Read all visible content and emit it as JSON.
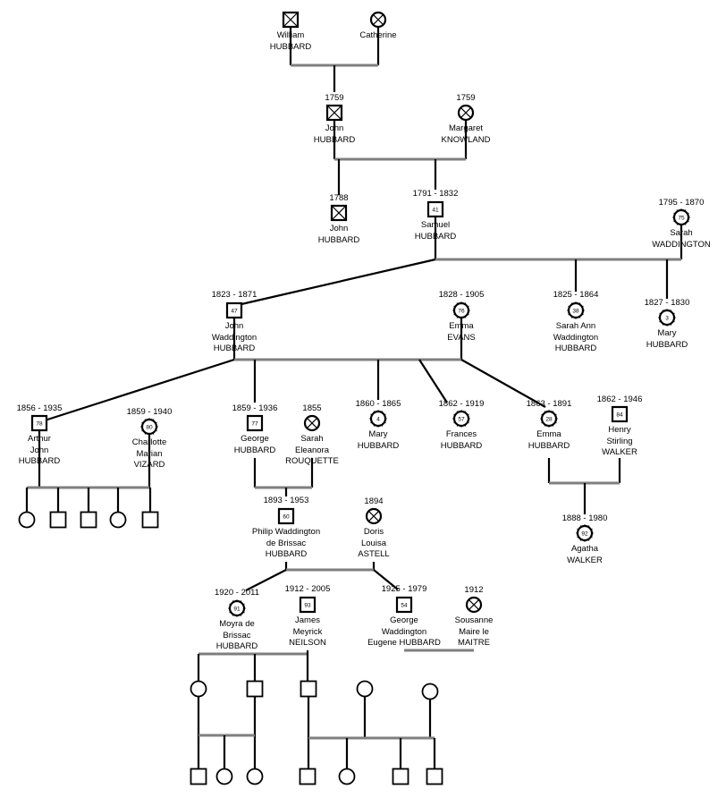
{
  "people": {
    "william": {
      "first": "William",
      "last": "HUBBARD"
    },
    "catherine": {
      "first": "Catherine",
      "last": ""
    },
    "john1759": {
      "dates": "1759",
      "first": "John",
      "last": "HUBBARD"
    },
    "margaret": {
      "dates": "1759",
      "first": "Margaret",
      "last": "KNOWLAND"
    },
    "john1788": {
      "dates": "1788",
      "first": "John",
      "last": "HUBBARD"
    },
    "samuel": {
      "dates": "1791 - 1832",
      "first": "Samuel",
      "last": "HUBBARD",
      "age": "41"
    },
    "sarahw": {
      "dates": "1795 - 1870",
      "first": "Sarah",
      "last": "WADDINGTON",
      "age": "75"
    },
    "johnw": {
      "dates": "1823 - 1871",
      "first": "John\nWaddington",
      "last": "HUBBARD",
      "age": "47"
    },
    "emma": {
      "dates": "1828 - 1905",
      "first": "Emma",
      "last": "EVANS",
      "age": "76"
    },
    "sarahann": {
      "dates": "1825 - 1864",
      "first": "Sarah Ann\nWaddington",
      "last": "HUBBARD",
      "age": "38"
    },
    "mary1827": {
      "dates": "1827 - 1830",
      "first": "Mary",
      "last": "HUBBARD",
      "age": "3"
    },
    "arthur": {
      "dates": "1856 - 1935",
      "first": "Arthur\nJohn",
      "last": "HUBBARD",
      "age": "78"
    },
    "charlotte": {
      "dates": "1859 - 1940",
      "first": "Charlotte\nMarian",
      "last": "VIZARD",
      "age": "80"
    },
    "george1859": {
      "dates": "1859 - 1936",
      "first": "George",
      "last": "HUBBARD",
      "age": "77"
    },
    "sarahr": {
      "dates": "1855",
      "first": "Sarah\nEleanora",
      "last": "ROUQUETTE"
    },
    "mary1860": {
      "dates": "1860 - 1865",
      "first": "Mary",
      "last": "HUBBARD",
      "age": "4"
    },
    "frances": {
      "dates": "1862 - 1919",
      "first": "Frances",
      "last": "HUBBARD",
      "age": "57"
    },
    "emma1863": {
      "dates": "1863 - 1891",
      "first": "Emma",
      "last": "HUBBARD",
      "age": "28"
    },
    "henry": {
      "dates": "1862 - 1946",
      "first": "Henry\nStirling",
      "last": "WALKER",
      "age": "84"
    },
    "agatha": {
      "dates": "1888 - 1980",
      "first": "Agatha",
      "last": "WALKER",
      "age": "92"
    },
    "philip": {
      "dates": "1893 - 1953",
      "first": "Philip Waddington\nde Brissac",
      "last": "HUBBARD",
      "age": "60"
    },
    "doris": {
      "dates": "1894",
      "first": "Doris\nLouisa",
      "last": "ASTELL"
    },
    "moyra": {
      "dates": "1920 - 2011",
      "first": "Moyra  de\nBrissac",
      "last": "HUBBARD",
      "age": "91"
    },
    "james": {
      "dates": "1912 - 2005",
      "first": "James\nMeyrick",
      "last": "NEILSON",
      "age": "93"
    },
    "george1925": {
      "dates": "1925 - 1979",
      "first": "George\nWaddington",
      "last": "Eugene HUBBARD",
      "age": "54"
    },
    "sousanne": {
      "dates": "1912",
      "first": "Sousanne\nMaire le",
      "last": "MAITRE"
    }
  }
}
